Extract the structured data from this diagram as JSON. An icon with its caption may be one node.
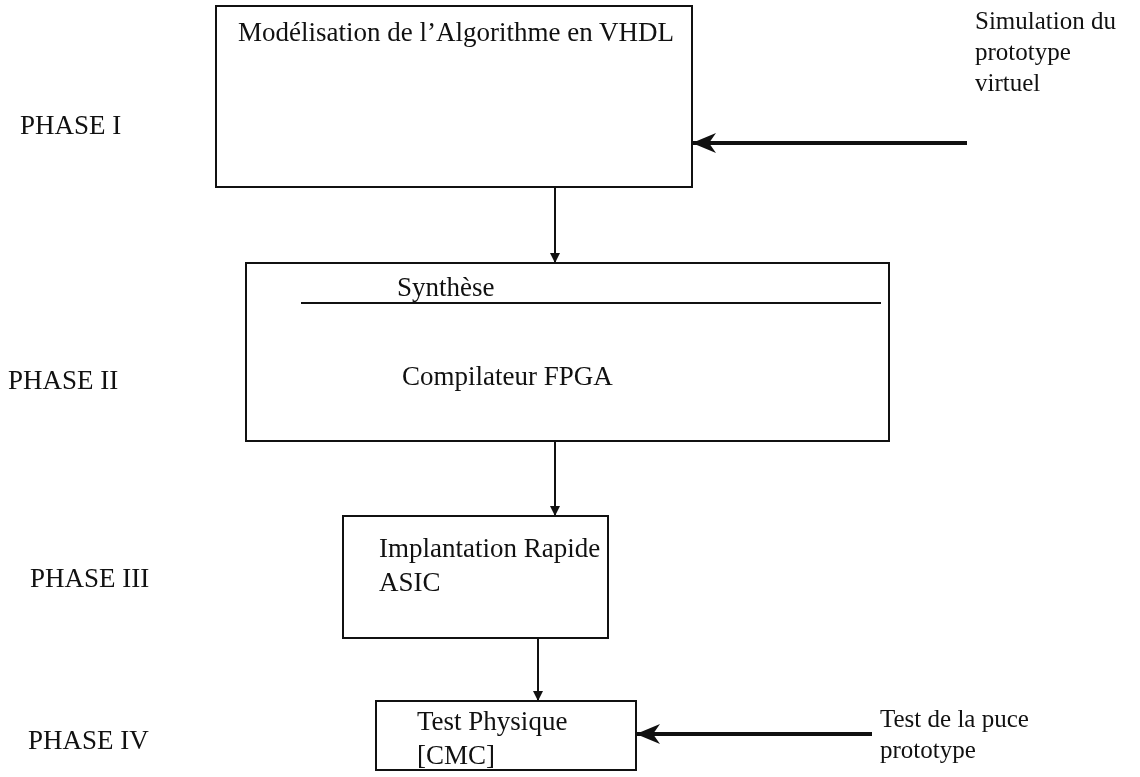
{
  "diagram": {
    "nodes": [
      {
        "text": [
          "Modélisation de l’Algorithme en VHDL"
        ]
      },
      {
        "text": [
          "Synthèse",
          "Compilateur FPGA"
        ]
      },
      {
        "text": [
          "Implantation Rapide ASIC"
        ]
      },
      {
        "text": [
          "Test Physique [CMC]"
        ]
      },
      {
        "text": [
          "Simulation du prototype virtuel"
        ]
      },
      {
        "text": [
          "Test de la puce prototype"
        ]
      }
    ],
    "edges": [
      {
        "from": 0,
        "to": 1,
        "arrow": "to"
      },
      {
        "from": 1,
        "to": 2,
        "arrow": "to"
      },
      {
        "from": 2,
        "to": 3,
        "arrow": "to"
      },
      {
        "from": 4,
        "to": 0,
        "arrow": "to",
        "style": "thick"
      },
      {
        "from": 5,
        "to": 3,
        "arrow": "to",
        "style": "thick"
      }
    ],
    "labels": [
      "PHASE I",
      "PHASE II",
      "PHASE III",
      "PHASE IV"
    ]
  }
}
